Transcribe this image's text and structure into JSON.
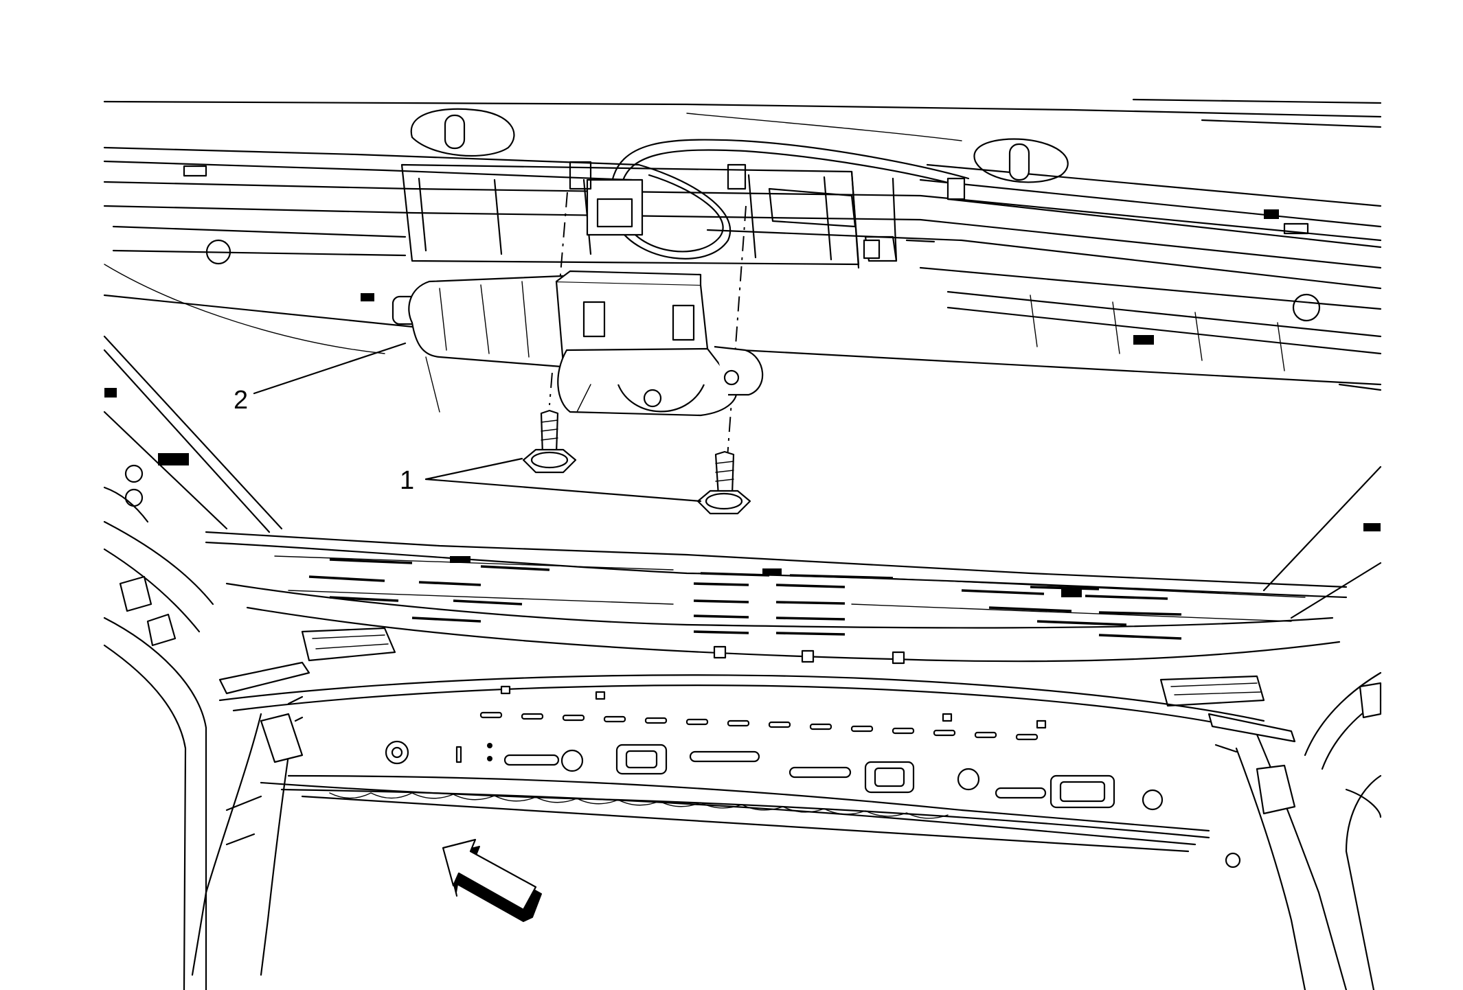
{
  "diagram": {
    "callouts": [
      {
        "id": "1",
        "text": "1"
      },
      {
        "id": "2",
        "text": "2"
      }
    ],
    "view_arrow_icon": "direction-arrow-icon"
  }
}
